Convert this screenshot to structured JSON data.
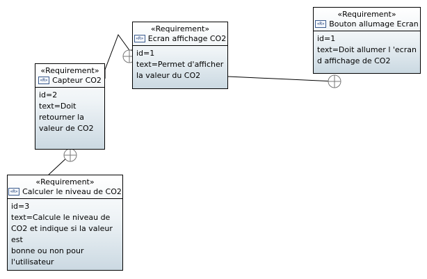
{
  "requirements": {
    "capteur": {
      "stereotype": "«Requirement»",
      "badge": "«R»",
      "name": "Capteur CO2",
      "id": "id=2",
      "text_lines": [
        "text=Doit",
        "retourner la",
        "valeur de CO2"
      ]
    },
    "ecran": {
      "stereotype": "«Requirement»",
      "badge": "«R»",
      "name": "Ecran affichage CO2",
      "id": "id=1",
      "text_lines": [
        "text=Permet d'afficher",
        "la valeur du CO2"
      ]
    },
    "bouton": {
      "stereotype": "«Requirement»",
      "badge": "«R»",
      "name": "Bouton allumage Ecran",
      "id": "id=1",
      "text_lines": [
        "text=Doit allumer l 'ecran",
        "d affichage de CO2"
      ]
    },
    "calculer": {
      "stereotype": "«Requirement»",
      "badge": "«R»",
      "name": "Calculer le niveau de CO2",
      "id": "id=3",
      "text_lines": [
        "text=Calcule le niveau de",
        "CO2 et indique si la valeur est",
        "bonne ou non pour",
        "l'utilisateur"
      ]
    }
  },
  "colors": {
    "gradient_top": "#ffffff",
    "gradient_bottom": "#cbd9e2",
    "line": "#000000",
    "badge_stroke": "#3a5a8c"
  }
}
